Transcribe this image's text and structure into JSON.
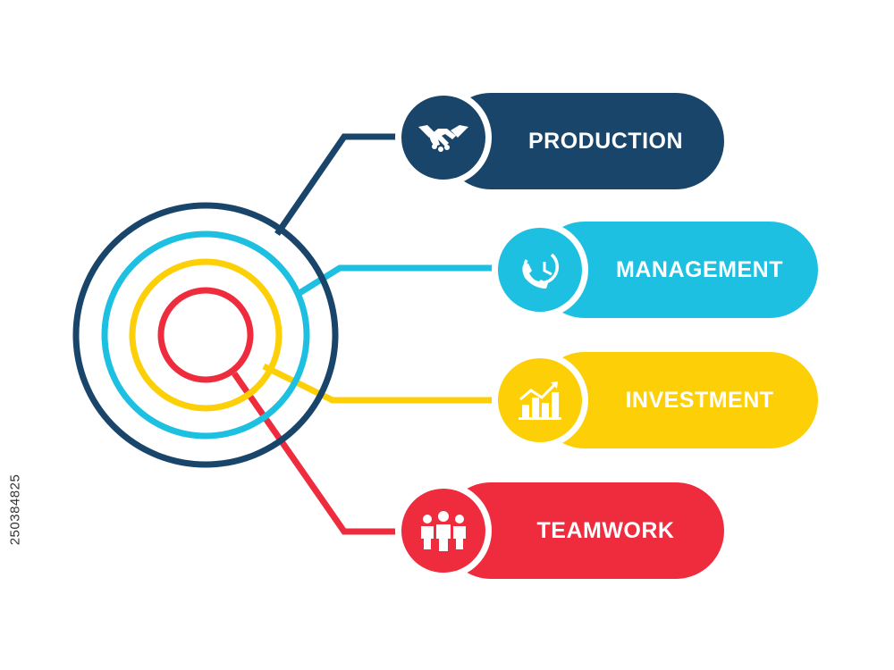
{
  "colors": {
    "production": "#19456b",
    "management": "#1ec0e2",
    "investment": "#fdcf06",
    "teamwork": "#ef2b3e"
  },
  "items": [
    {
      "label": "PRODUCTION",
      "icon": "handshake-icon"
    },
    {
      "label": "MANAGEMENT",
      "icon": "phone-clock-icon"
    },
    {
      "label": "INVESTMENT",
      "icon": "growth-chart-icon"
    },
    {
      "label": "TEAMWORK",
      "icon": "team-people-icon"
    }
  ],
  "side_code": "250384825"
}
